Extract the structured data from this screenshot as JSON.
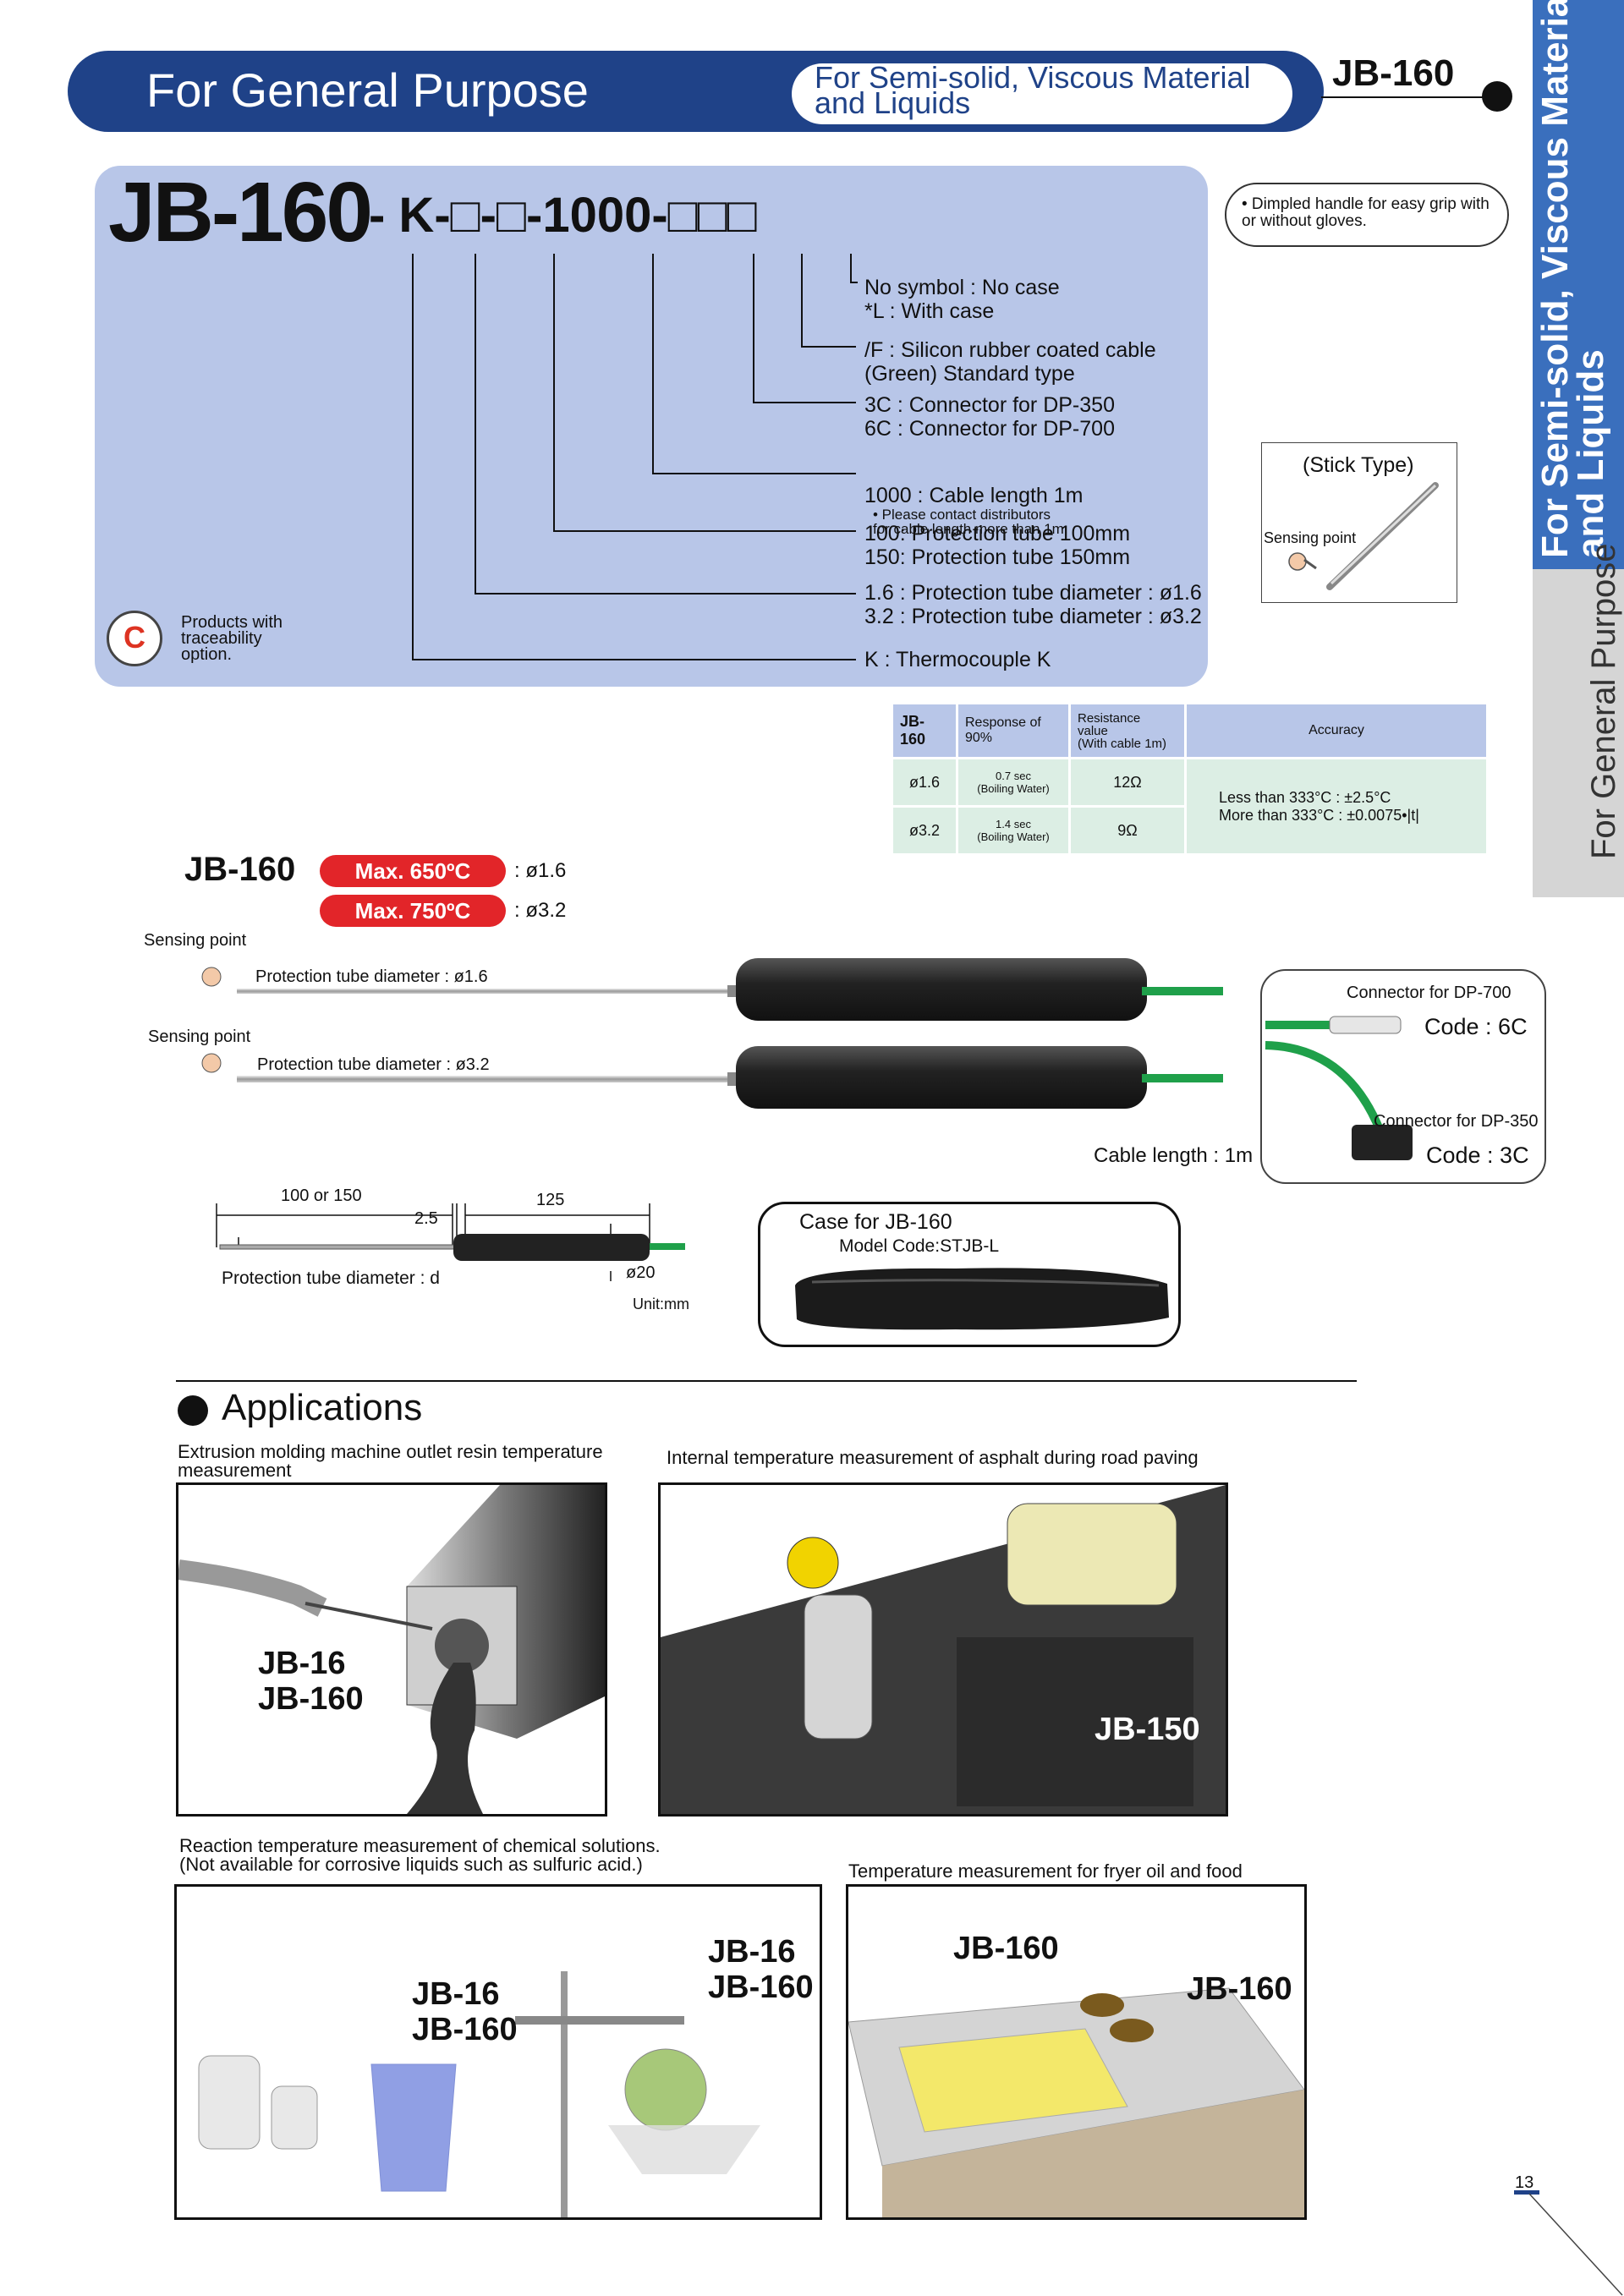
{
  "header": {
    "title": "For General Purpose",
    "subtitle": "For Semi-solid, Viscous Material\nand Liquids",
    "model": "JB-160"
  },
  "side_tabs": {
    "active": "For Semi-solid, Viscous Material\nand Liquids",
    "inactive": "For General Purpose"
  },
  "model_code": {
    "base": "JB-160",
    "rest": "- K-□-□-1000-□□□",
    "options": [
      {
        "text": "No symbol : No case\n*L : With case"
      },
      {
        "text": "/F : Silicon rubber coated cable\n      (Green) Standard type"
      },
      {
        "text": "3C : Connector for DP-350\n6C : Connector for DP-700"
      },
      {
        "text": "1000 : Cable length 1m",
        "note": "• Please contact distributors\n  for cable length more than 1m."
      },
      {
        "text": "100: Protection tube 100mm\n150: Protection tube 150mm"
      },
      {
        "text": "1.6 : Protection tube diameter : ø1.6\n3.2 : Protection tube diameter : ø3.2"
      },
      {
        "text": "K : Thermocouple K"
      }
    ],
    "feature_note": "• Dimpled handle for easy grip with\n  or without gloves.",
    "stick_type": "(Stick Type)",
    "sensing_point": "Sensing point",
    "traceability": "Products with\ntraceability\noption."
  },
  "spec_table": {
    "headers": [
      "JB-160",
      "Response of\n90%",
      "Resistance\nvalue\n(With cable 1m)",
      "Accuracy"
    ],
    "rows": [
      {
        "size": "ø1.6",
        "response": "0.7 sec\n(Boiling Water)",
        "resistance": "12Ω"
      },
      {
        "size": "ø3.2",
        "response": "1.4 sec\n(Boiling Water)",
        "resistance": "9Ω"
      }
    ],
    "accuracy": "Less than 333°C : ±2.5°C\nMore than 333°C : ±0.0075•|t|"
  },
  "product": {
    "model": "JB-160",
    "max1": "Max. 650ºC",
    "max1_size": ": ø1.6",
    "max2": "Max. 750ºC",
    "max2_size": ": ø3.2",
    "sensing_point": "Sensing point",
    "probe1_label": "Protection tube diameter : ø1.6",
    "probe2_label": "Protection tube diameter : ø3.2",
    "cable_length": "Cable length : 1m",
    "conn_dp700": "Connector for DP-700",
    "code_6c": "Code : 6C",
    "conn_dp350": "Connector for DP-350",
    "code_3c": "Code : 3C"
  },
  "dimensions": {
    "len1": "100 or 150",
    "len2": "2.5",
    "len3": "125",
    "diameter_label": "Protection tube diameter : d",
    "handle_dia": "ø20",
    "unit": "Unit:mm"
  },
  "case": {
    "title": "Case for JB-160",
    "code": "Model Code:STJB-L"
  },
  "applications": {
    "title": "Applications",
    "items": [
      {
        "caption": "Extrusion molding machine outlet resin temperature\nmeasurement",
        "labels": "JB-16\nJB-160"
      },
      {
        "caption": "Internal temperature measurement of asphalt  during road paving",
        "labels": "JB-150"
      },
      {
        "caption": "Reaction temperature measurement of chemical solutions.\n(Not available for corrosive liquids such as sulfuric acid.)",
        "labels": "JB-16\nJB-160",
        "labels2": "JB-16\nJB-160"
      },
      {
        "caption": "Temperature measurement for fryer oil and food",
        "labels": "JB-160",
        "labels2": "JB-160"
      }
    ]
  },
  "page_number": "13",
  "colors": {
    "brand_blue": "#1f4288",
    "panel_blue": "#b8c6e8",
    "badge_red": "#e22529",
    "table_green": "#dceee4"
  }
}
